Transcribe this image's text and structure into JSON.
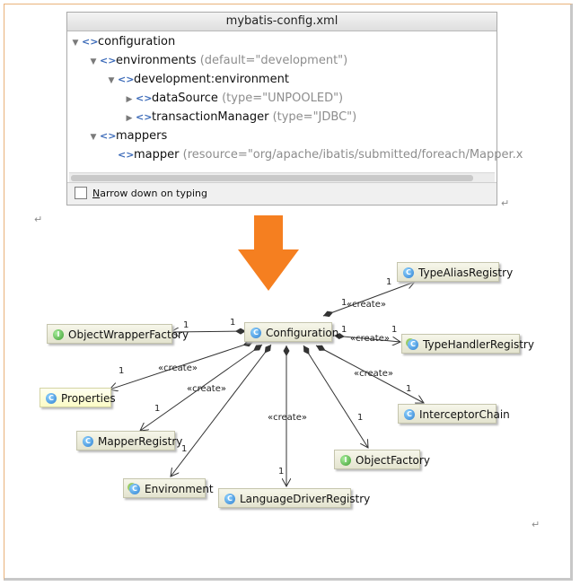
{
  "outline": {
    "title": "mybatis-config.xml",
    "rows": [
      {
        "name": "configuration",
        "attr": "",
        "expanded": true
      },
      {
        "name": "environments",
        "attr": "(default=\"development\")",
        "expanded": true
      },
      {
        "name": "development:environment",
        "attr": "",
        "expanded": true
      },
      {
        "name": "dataSource",
        "attr": "(type=\"UNPOOLED\")",
        "expanded": false
      },
      {
        "name": "transactionManager",
        "attr": "(type=\"JDBC\")",
        "expanded": false
      },
      {
        "name": "mappers",
        "attr": "",
        "expanded": true
      },
      {
        "name": "mapper",
        "attr": "(resource=\"org/apache/ibatis/submitted/foreach/Mapper.x",
        "expanded": null
      }
    ],
    "narrow_label_n": "N",
    "narrow_label_rest": "arrow down on typing",
    "narrow_checked": false
  },
  "marks": {
    "paragraph": "↵"
  },
  "arrow_color": "#f57f20",
  "diagram": {
    "classes": {
      "configuration": {
        "label": "Configuration",
        "icon": "class"
      },
      "type_alias_registry": {
        "label": "TypeAliasRegistry",
        "icon": "class"
      },
      "object_wrapper_factory": {
        "label": "ObjectWrapperFactory",
        "icon": "interface"
      },
      "type_handler_registry": {
        "label": "TypeHandlerRegistry",
        "icon": "class-generic"
      },
      "properties": {
        "label": "Properties",
        "icon": "class"
      },
      "interceptor_chain": {
        "label": "InterceptorChain",
        "icon": "class"
      },
      "mapper_registry": {
        "label": "MapperRegistry",
        "icon": "class"
      },
      "object_factory": {
        "label": "ObjectFactory",
        "icon": "interface"
      },
      "environment": {
        "label": "Environment",
        "icon": "class-generic"
      },
      "language_driver_registry": {
        "label": "LanguageDriverRegistry",
        "icon": "class"
      }
    },
    "create_label": "«create»",
    "multiplicity": "1"
  }
}
